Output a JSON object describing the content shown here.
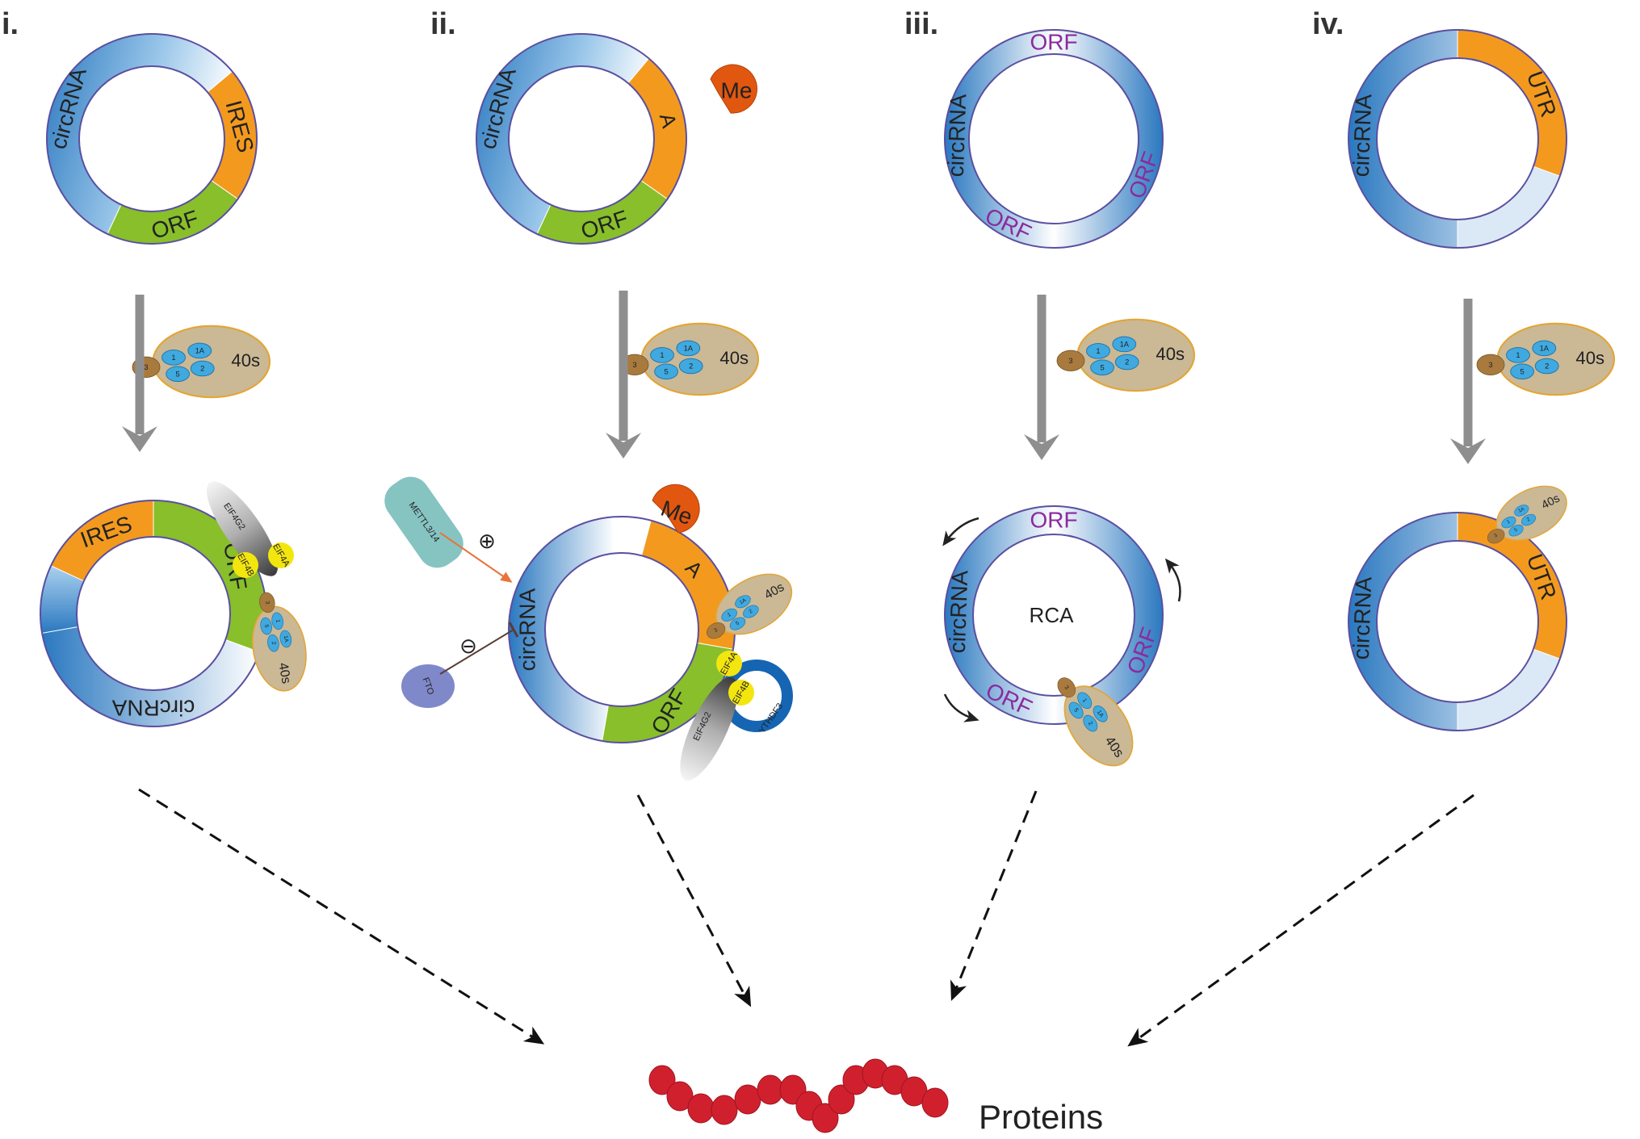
{
  "panels": [
    {
      "label": "i.",
      "top": {
        "circ": "circRNA",
        "ires": "IRES",
        "orf": "ORF"
      },
      "bottom": {
        "circ": "circRNA",
        "ires": "IRES",
        "orf": "ORF",
        "eif4g2": "EIF4G2",
        "eif4a": "EIF4A",
        "eif4b": "EIF4B",
        "ribo": "40s"
      }
    },
    {
      "label": "ii.",
      "top": {
        "circ": "circRNA",
        "a": "A",
        "me": "Me",
        "orf": "ORF"
      },
      "bottom": {
        "circ": "circRNA",
        "a": "A",
        "me": "Me",
        "orf": "ORF",
        "mettl": "METTL3/14",
        "fto": "FTO",
        "eif4g2": "EIF4G2",
        "eif4a": "EIF4A",
        "eif4b": "EIF4B",
        "ythdf3": "YTHDF3",
        "ribo": "40s",
        "plus": "⊕",
        "minus": "⊖"
      }
    },
    {
      "label": "iii.",
      "top": {
        "circ": "circRNA",
        "orf1": "ORF",
        "orf2": "ORF",
        "orf3": "ORF"
      },
      "bottom": {
        "circ": "circRNA",
        "orf1": "ORF",
        "orf2": "ORF",
        "orf3": "ORF",
        "rca": "RCA",
        "ribo": "40s"
      }
    },
    {
      "label": "iv.",
      "top": {
        "circ": "circRNA",
        "utr": "UTR"
      },
      "bottom": {
        "circ": "circRNA",
        "utr": "UTR",
        "ribo": "40s"
      }
    }
  ],
  "ribosome": {
    "label": "40s",
    "f3": "3",
    "f1": "1",
    "f1a": "1A",
    "f5": "5",
    "f2": "2"
  },
  "proteins_label": "Proteins",
  "colors": {
    "blue": "#2f7fc4",
    "orange": "#f39a1e",
    "green": "#88bf2a",
    "me": "#e2570f",
    "ribo": "#cbb895",
    "factor": "#3fa9e0",
    "protein": "#d0202e"
  }
}
